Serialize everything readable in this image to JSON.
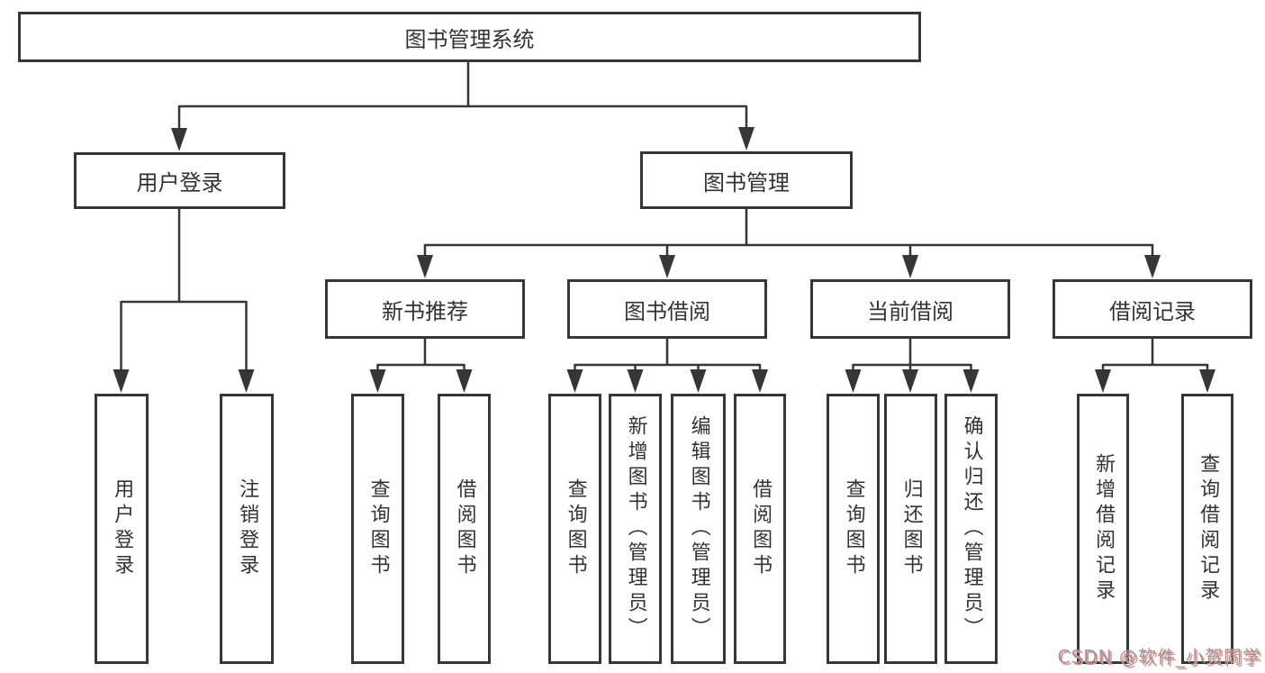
{
  "diagram": {
    "root": {
      "label": "图书管理系统",
      "children": [
        {
          "label": "用户登录",
          "children": [
            {
              "label": "用户登录"
            },
            {
              "label": "注销登录"
            }
          ]
        },
        {
          "label": "图书管理",
          "children": [
            {
              "label": "新书推荐",
              "children": [
                {
                  "label": "查询图书"
                },
                {
                  "label": "借阅图书"
                }
              ]
            },
            {
              "label": "图书借阅",
              "children": [
                {
                  "label": "查询图书"
                },
                {
                  "label": "新增图书（管理员）"
                },
                {
                  "label": "编辑图书（管理员）"
                },
                {
                  "label": "借阅图书"
                }
              ]
            },
            {
              "label": "当前借阅",
              "children": [
                {
                  "label": "查询图书"
                },
                {
                  "label": "归还图书"
                },
                {
                  "label": "确认归还（管理员）"
                }
              ]
            },
            {
              "label": "借阅记录",
              "children": [
                {
                  "label": "新增借阅记录"
                },
                {
                  "label": "查询借阅记录"
                }
              ]
            }
          ]
        }
      ]
    }
  },
  "watermark": {
    "text": "CSDN @软件_小贺同学"
  },
  "colors": {
    "background": "#ffffff",
    "line": "#363636",
    "text": "#333333",
    "watermark_gray": "#9a9a9a",
    "watermark_red": "#eb8d8d"
  }
}
